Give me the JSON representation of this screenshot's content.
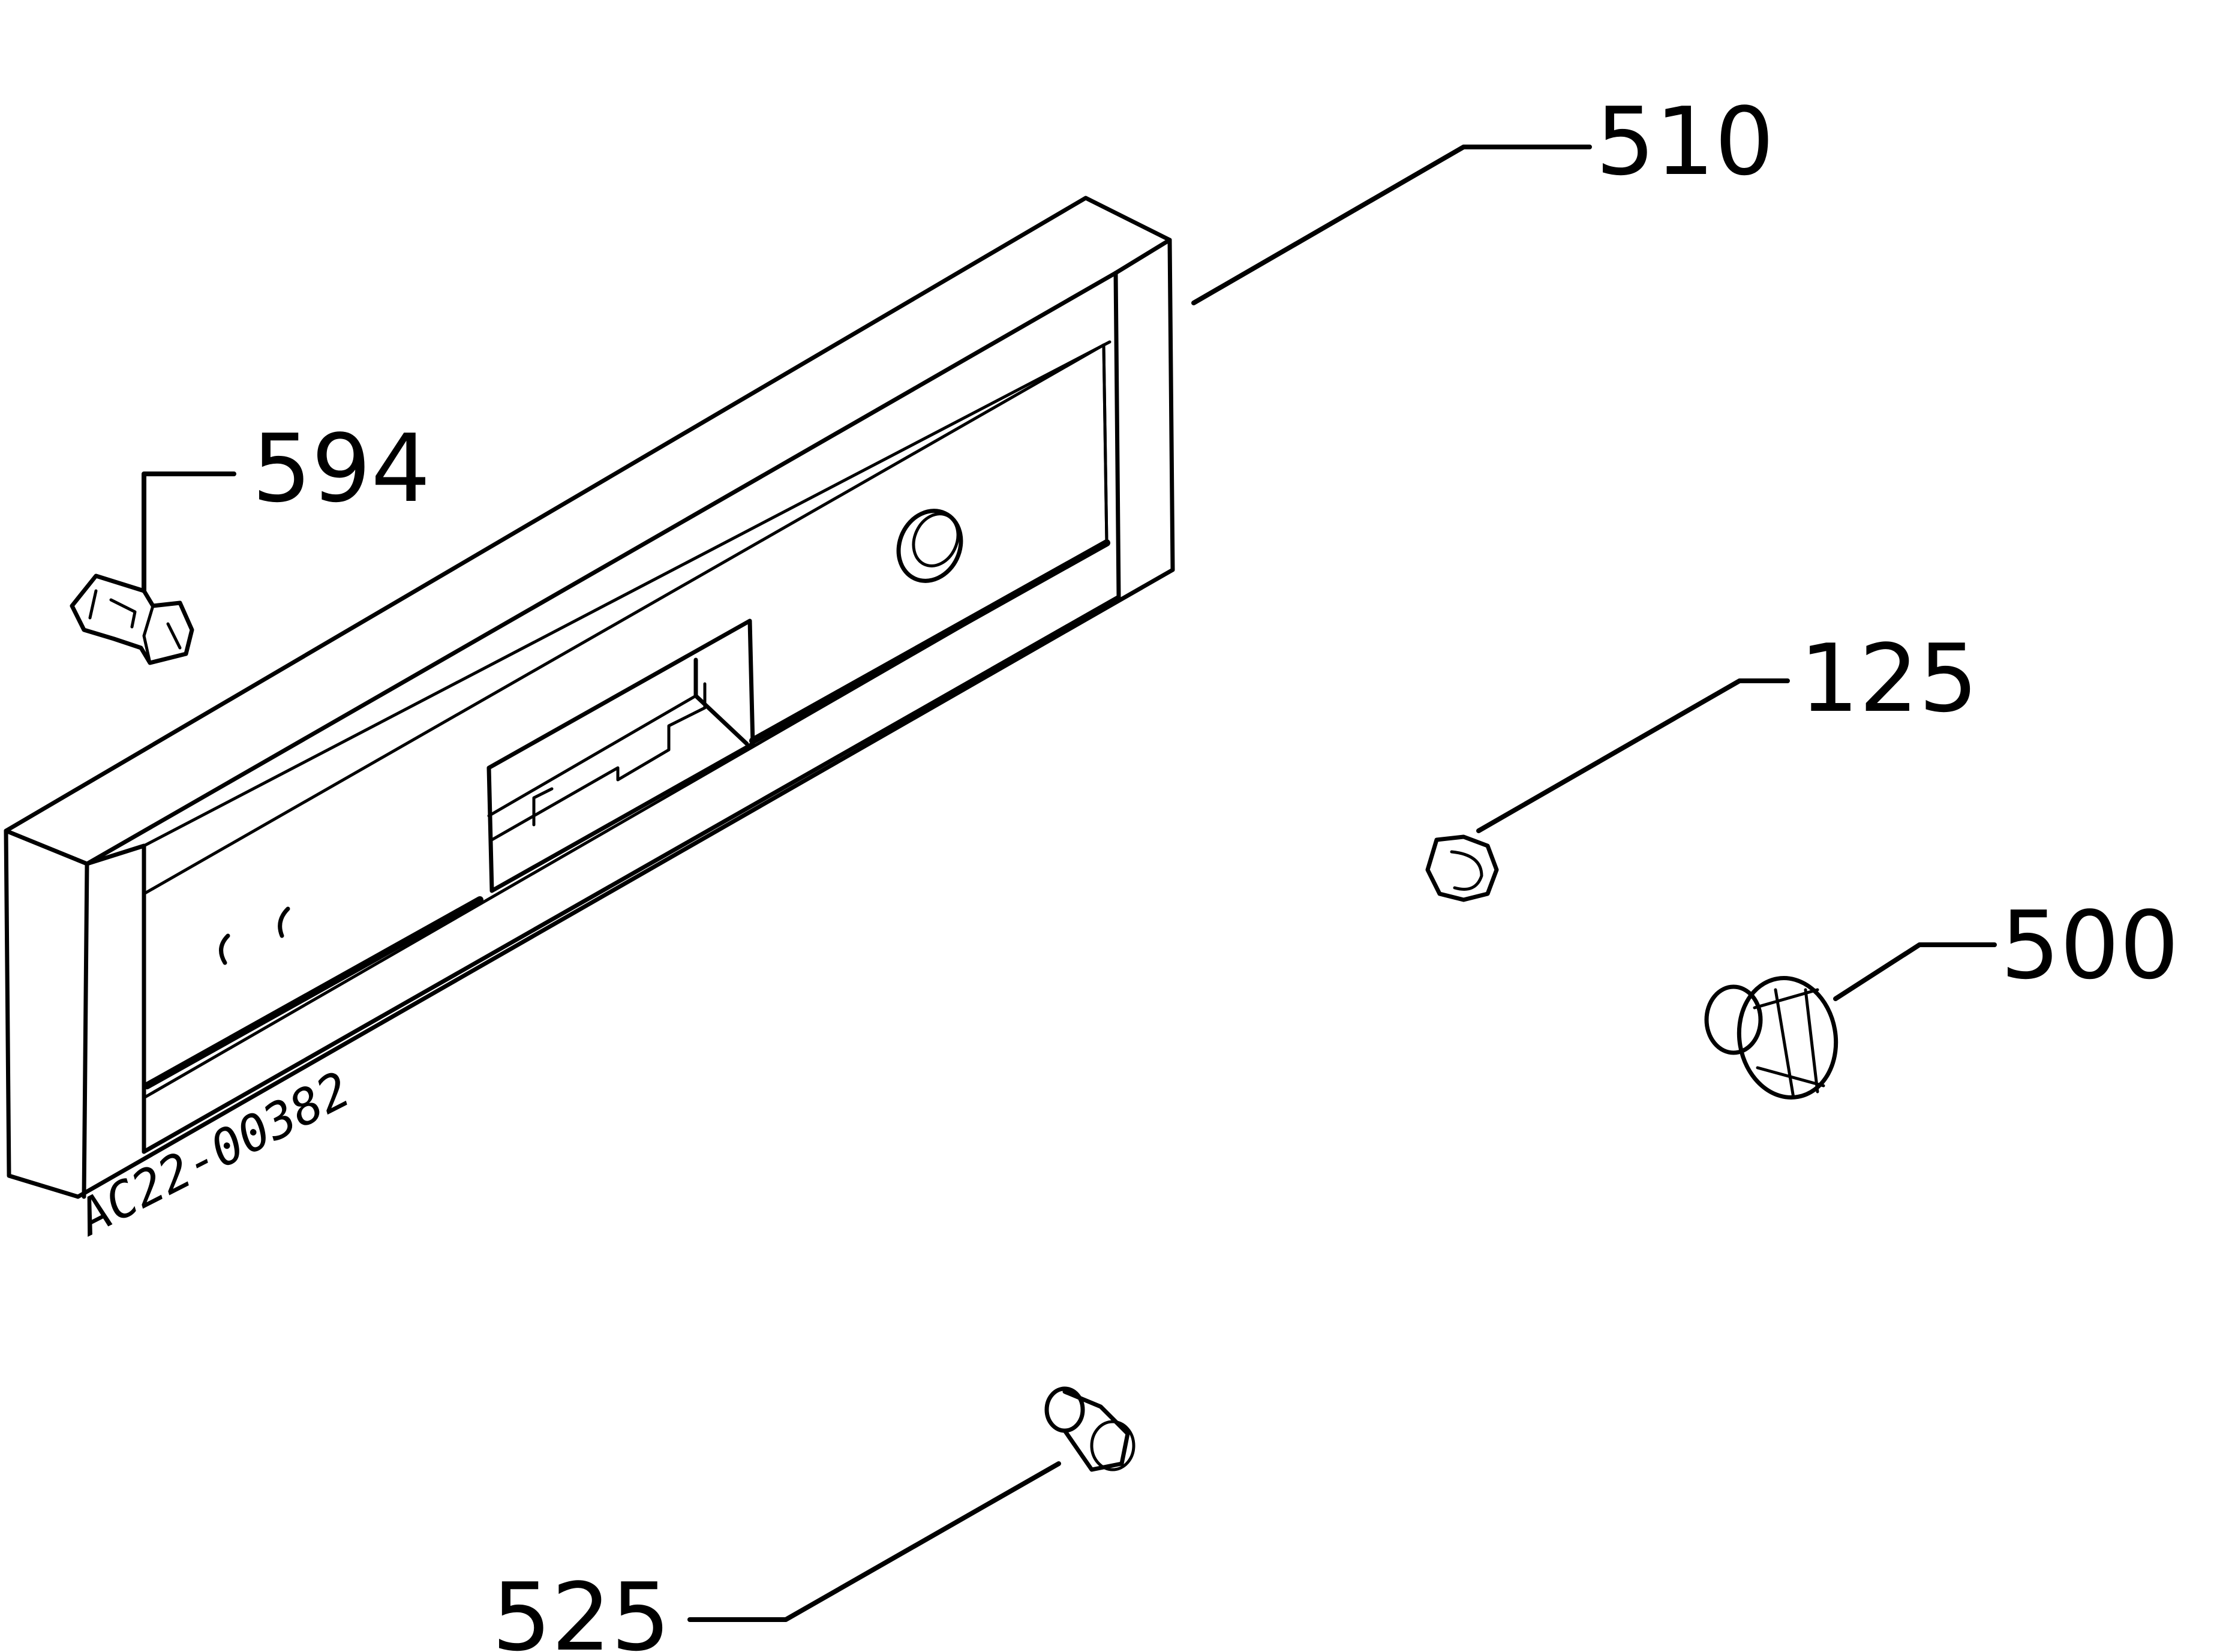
{
  "callouts": {
    "c510": "510",
    "c594": "594",
    "c125": "125",
    "c500": "500",
    "c525": "525"
  },
  "part_code": "AC22-00382"
}
